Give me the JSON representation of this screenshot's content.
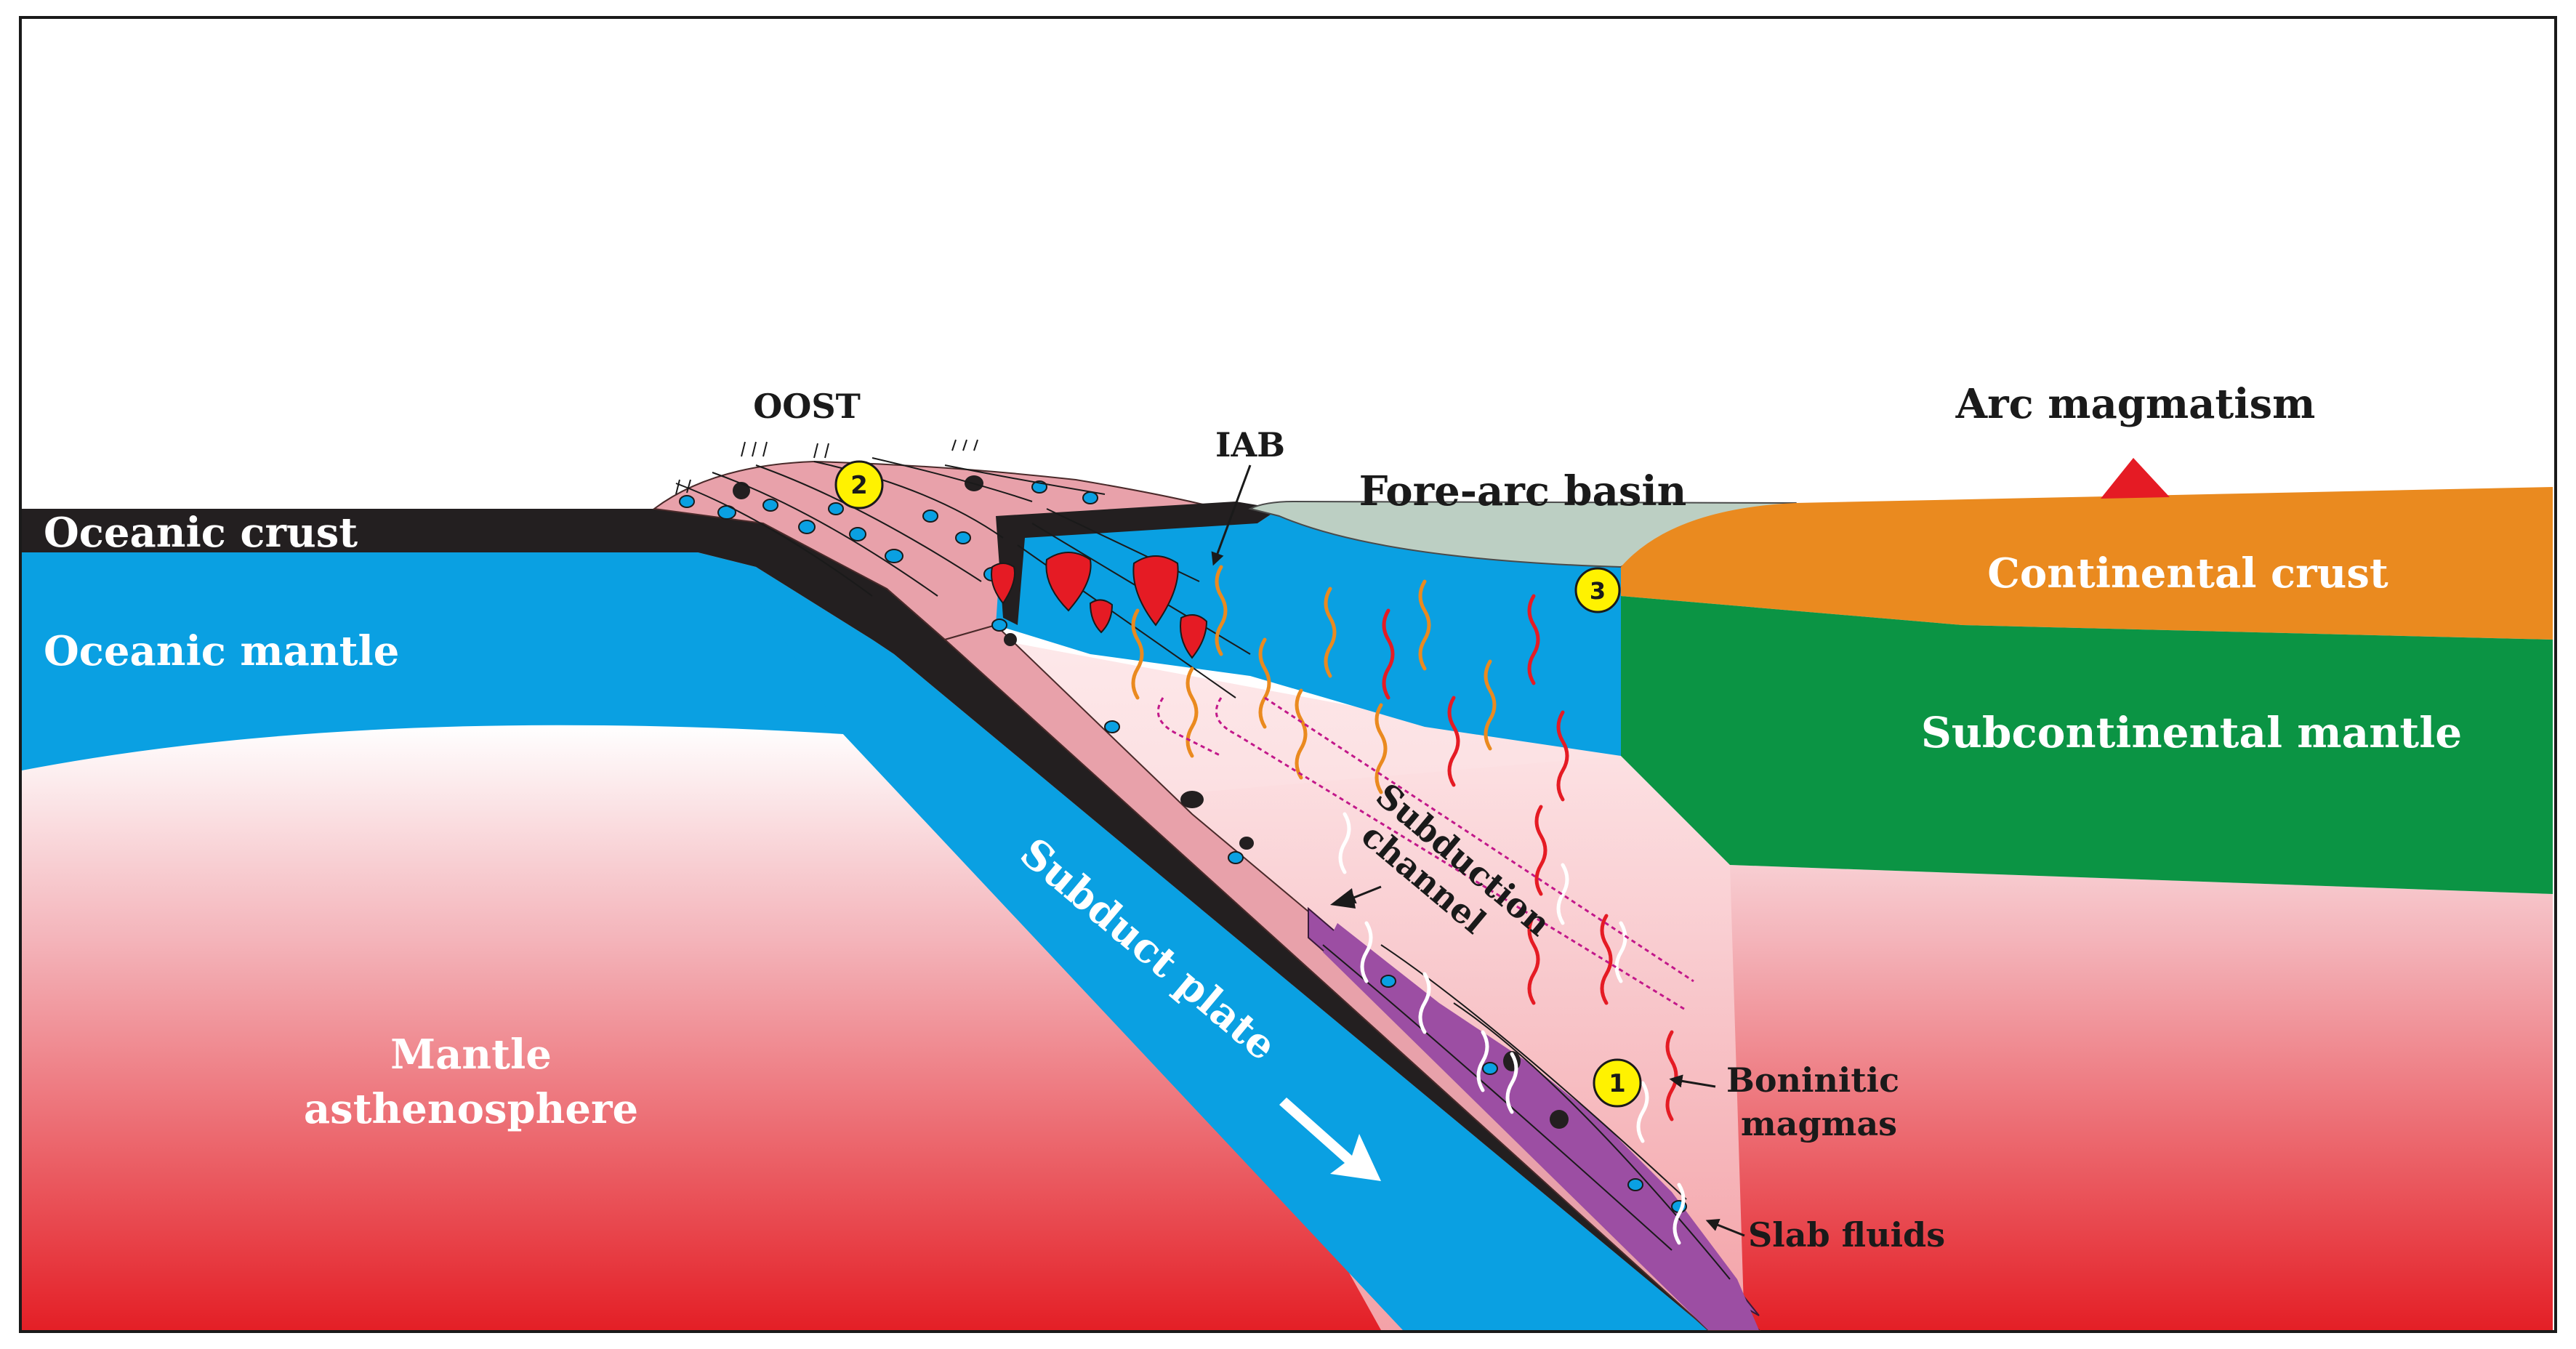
{
  "labels": {
    "oost": "OOST",
    "iab": "IAB",
    "fore_arc_basin": "Fore-arc basin",
    "arc_magmatism": "Arc magmatism",
    "oceanic_crust": "Oceanic crust",
    "oceanic_mantle": "Oceanic mantle",
    "continental_crust": "Continental crust",
    "subcontinental_mantle": "Subcontinental mantle",
    "subduction_channel_1": "Subduction",
    "subduction_channel_2": "channel",
    "subduct_plate": "Subduct plate",
    "mantle_asthenosphere_1": "Mantle",
    "mantle_asthenosphere_2": "asthenosphere",
    "boninitic_magmas_1": "Boninitic",
    "boninitic_magmas_2": "magmas",
    "slab_fluids": "Slab fluids"
  },
  "markers": [
    "1",
    "2",
    "3"
  ],
  "colors": {
    "ocean_blue": "#0aa0e2",
    "crust_black": "#231f20",
    "continental_orange": "#ea8a1f",
    "subcontinental_green": "#0b9444",
    "forearc_grey": "#bccfc3",
    "accretion_pink": "#e8a1aa",
    "channel_purple": "#9c4ea3",
    "mantle_red": "#e82a2a",
    "marker_yellow": "#fff200",
    "volcano_red": "#e51b24"
  }
}
